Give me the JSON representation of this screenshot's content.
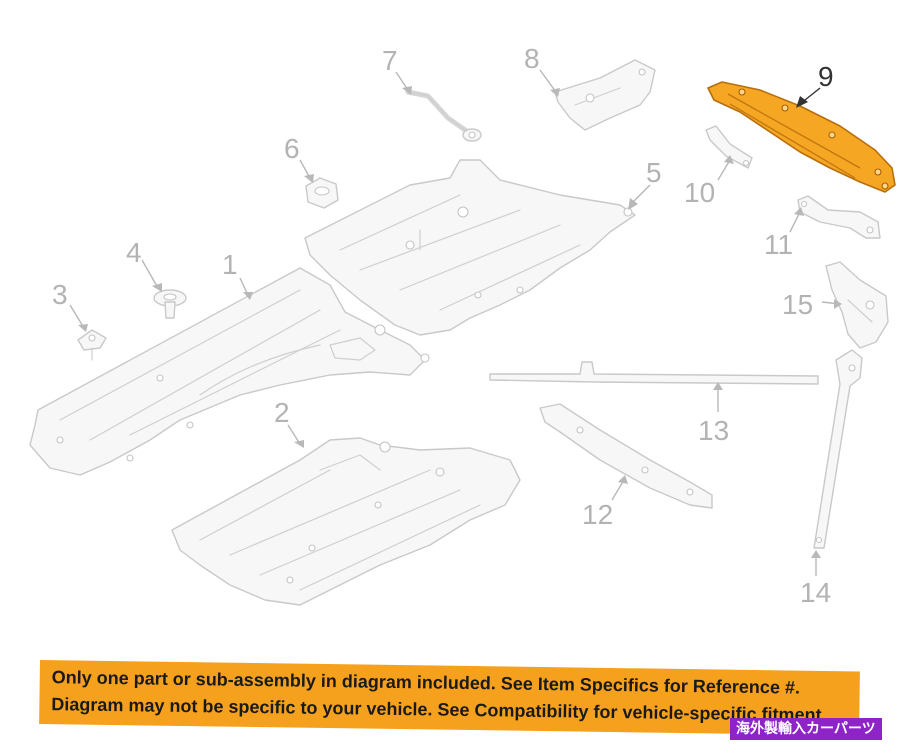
{
  "diagram": {
    "callouts": {
      "c1": "1",
      "c2": "2",
      "c3": "3",
      "c4": "4",
      "c5": "5",
      "c6": "6",
      "c7": "7",
      "c8": "8",
      "c9": "9",
      "c10": "10",
      "c11": "11",
      "c12": "12",
      "c13": "13",
      "c14": "14",
      "c15": "15"
    },
    "highlighted_part": "9",
    "colors": {
      "highlight": "#f5a623",
      "outline": "#c9c9c9",
      "callout_text": "#b3b3b3",
      "banner": "#f6a11e",
      "watermark": "#8e24c8"
    }
  },
  "disclaimer": {
    "line1": "Only one part or sub-assembly in diagram included. See Item Specifics for Reference #.",
    "line2": "Diagram may not be specific to your vehicle. See Compatibility for vehicle-specific fitment."
  },
  "watermark": {
    "text": "海外製輸入カーパーツ"
  }
}
